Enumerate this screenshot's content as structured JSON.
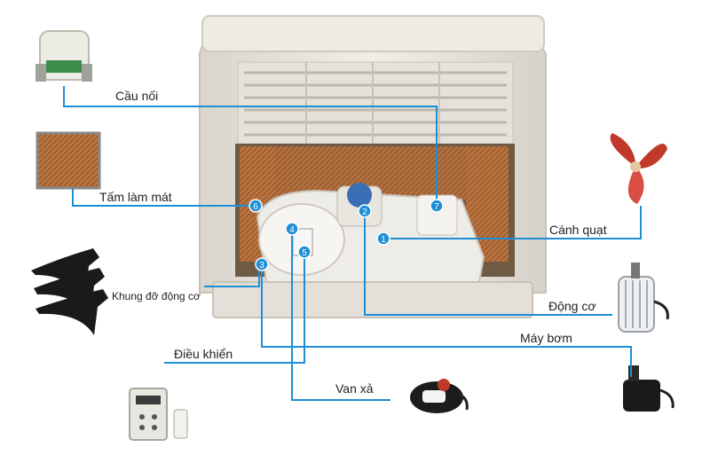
{
  "labels": {
    "connector": "Cầu nối",
    "cooling_pad": "Tấm làm mát",
    "motor_bracket": "Khung đỡ động cơ",
    "controller": "Điều khiển",
    "drain_valve": "Van xả",
    "fan_blade": "Cánh quạt",
    "motor": "Động cơ",
    "pump": "Máy bơm"
  },
  "markers": [
    "1",
    "2",
    "3",
    "4",
    "5",
    "6",
    "7"
  ],
  "colors": {
    "leader_line": "#1e8fd6",
    "marker_fill": "#1e8fd6",
    "body": "#e9e5de",
    "pad": "#b9733f",
    "blade": "#c0392b"
  }
}
